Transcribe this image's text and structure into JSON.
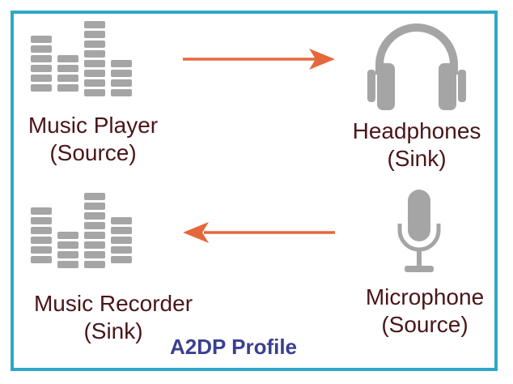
{
  "diagram": {
    "caption": "A2DP Profile",
    "nodes": {
      "music_player": {
        "name": "Music Player",
        "role": "(Source)",
        "icon": "equalizer-icon"
      },
      "headphones": {
        "name": "Headphones",
        "role": "(Sink)",
        "icon": "headphones-icon"
      },
      "music_recorder": {
        "name": "Music Recorder",
        "role": "(Sink)",
        "icon": "equalizer-icon"
      },
      "microphone": {
        "name": "Microphone",
        "role": "(Source)",
        "icon": "microphone-icon"
      }
    },
    "edges": [
      {
        "from": "Music Player",
        "to": "Headphones"
      },
      {
        "from": "Microphone",
        "to": "Music Recorder"
      }
    ],
    "colors": {
      "border": "#2ea8c8",
      "arrow": "#e5683a",
      "icon": "#a5a5a5",
      "label_text": "#4a1518",
      "caption_text": "#3a3f92"
    }
  }
}
